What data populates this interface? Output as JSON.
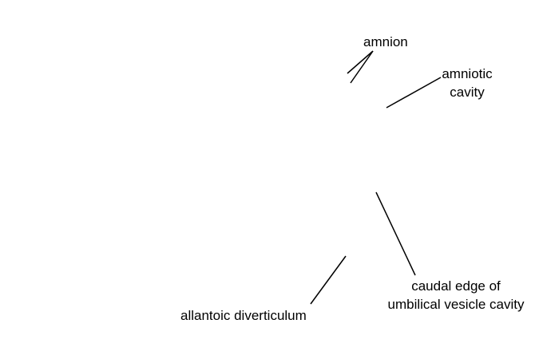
{
  "labels": {
    "amnion": "amnion",
    "amniotic_cavity": [
      "amniotic",
      "cavity"
    ],
    "caudal_edge": [
      "caudal edge of",
      "umbilical vesicle cavity"
    ],
    "allantoic": "allantoic diverticulum"
  },
  "colors": {
    "line": "#000000",
    "text": "#000000",
    "background": "#ffffff"
  }
}
